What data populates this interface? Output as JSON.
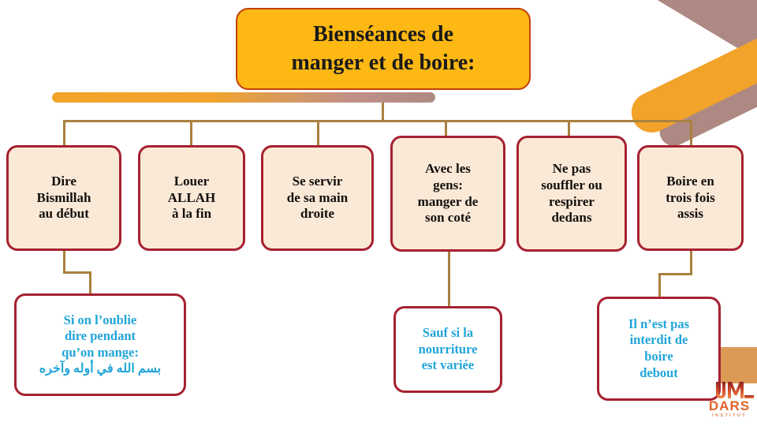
{
  "title": {
    "text": "Bienséances de\nmanger et de boire:",
    "bg_color": "#FDB813",
    "border_color": "#C2410C",
    "text_color": "#1A1A1A"
  },
  "theme": {
    "node_fill": "#FBE9D7",
    "node_border": "#A62131",
    "connector_color": "#A9803F",
    "sub_text_color": "#21A5D8",
    "accent_orange": "#F2A32A",
    "accent_mauve": "#AE8983"
  },
  "nodes": [
    {
      "id": "node-dire-bismillah",
      "label": "Dire\nBismillah\nau début"
    },
    {
      "id": "node-louer-allah",
      "label": "Louer\nALLAH\nà la fin"
    },
    {
      "id": "node-main-droite",
      "label": "Se servir\nde sa main\ndroite"
    },
    {
      "id": "node-avec-les-gens",
      "label": "Avec les\ngens:\nmanger de\nson coté"
    },
    {
      "id": "node-ne-pas-souffler",
      "label": "Ne pas\nsouffler ou\nrespirer\ndedans"
    },
    {
      "id": "node-boire-trois-fois",
      "label": "Boire en\ntrois fois\nassis"
    }
  ],
  "subnodes": [
    {
      "id": "subnode-si-on-loublie",
      "label": "Si on l’oublie\ndire pendant\nqu’on mange:",
      "arabic": "بسم الله في أوله وآخره",
      "parent": "node-dire-bismillah"
    },
    {
      "id": "subnode-sauf-si-nourriture",
      "label": "Sauf si la\nnourriture\nest variée",
      "arabic": "",
      "parent": "node-avec-les-gens"
    },
    {
      "id": "subnode-interdit-boire-debout",
      "label": "Il n’est pas\ninterdit de\nboire\ndebout",
      "arabic": "",
      "parent": "node-boire-trois-fois"
    }
  ],
  "logo": {
    "word": "DARS",
    "subtitle": "INSTITUT",
    "color": "#E0622A"
  }
}
